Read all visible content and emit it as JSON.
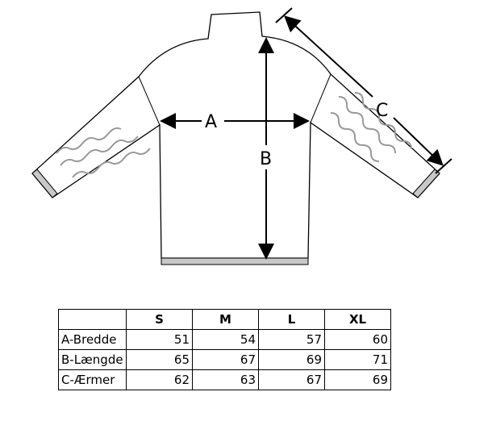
{
  "diagram": {
    "label_a": "A",
    "label_b": "B",
    "label_c": "C"
  },
  "table": {
    "headers": [
      "",
      "S",
      "M",
      "L",
      "XL"
    ],
    "rows": [
      {
        "label": "A-Bredde",
        "values": [
          "51",
          "54",
          "57",
          "60"
        ]
      },
      {
        "label": "B-Længde",
        "values": [
          "65",
          "67",
          "69",
          "71"
        ]
      },
      {
        "label": "C-Ærmer",
        "values": [
          "62",
          "63",
          "67",
          "69"
        ]
      }
    ]
  }
}
